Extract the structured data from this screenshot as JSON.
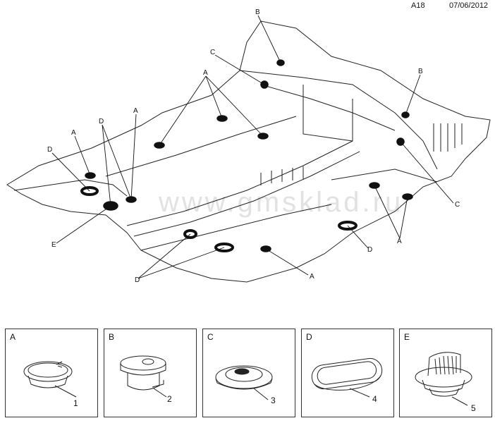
{
  "header": {
    "code": "A18",
    "date": "07/06/2012"
  },
  "watermark": "www.gmsklad.ru",
  "callouts": {
    "A": "A",
    "B": "B",
    "C": "C",
    "D": "D",
    "E": "E"
  },
  "legend": [
    {
      "letter": "A",
      "number": "1"
    },
    {
      "letter": "B",
      "number": "2"
    },
    {
      "letter": "C",
      "number": "3"
    },
    {
      "letter": "D",
      "number": "4"
    },
    {
      "letter": "E",
      "number": "5"
    }
  ]
}
